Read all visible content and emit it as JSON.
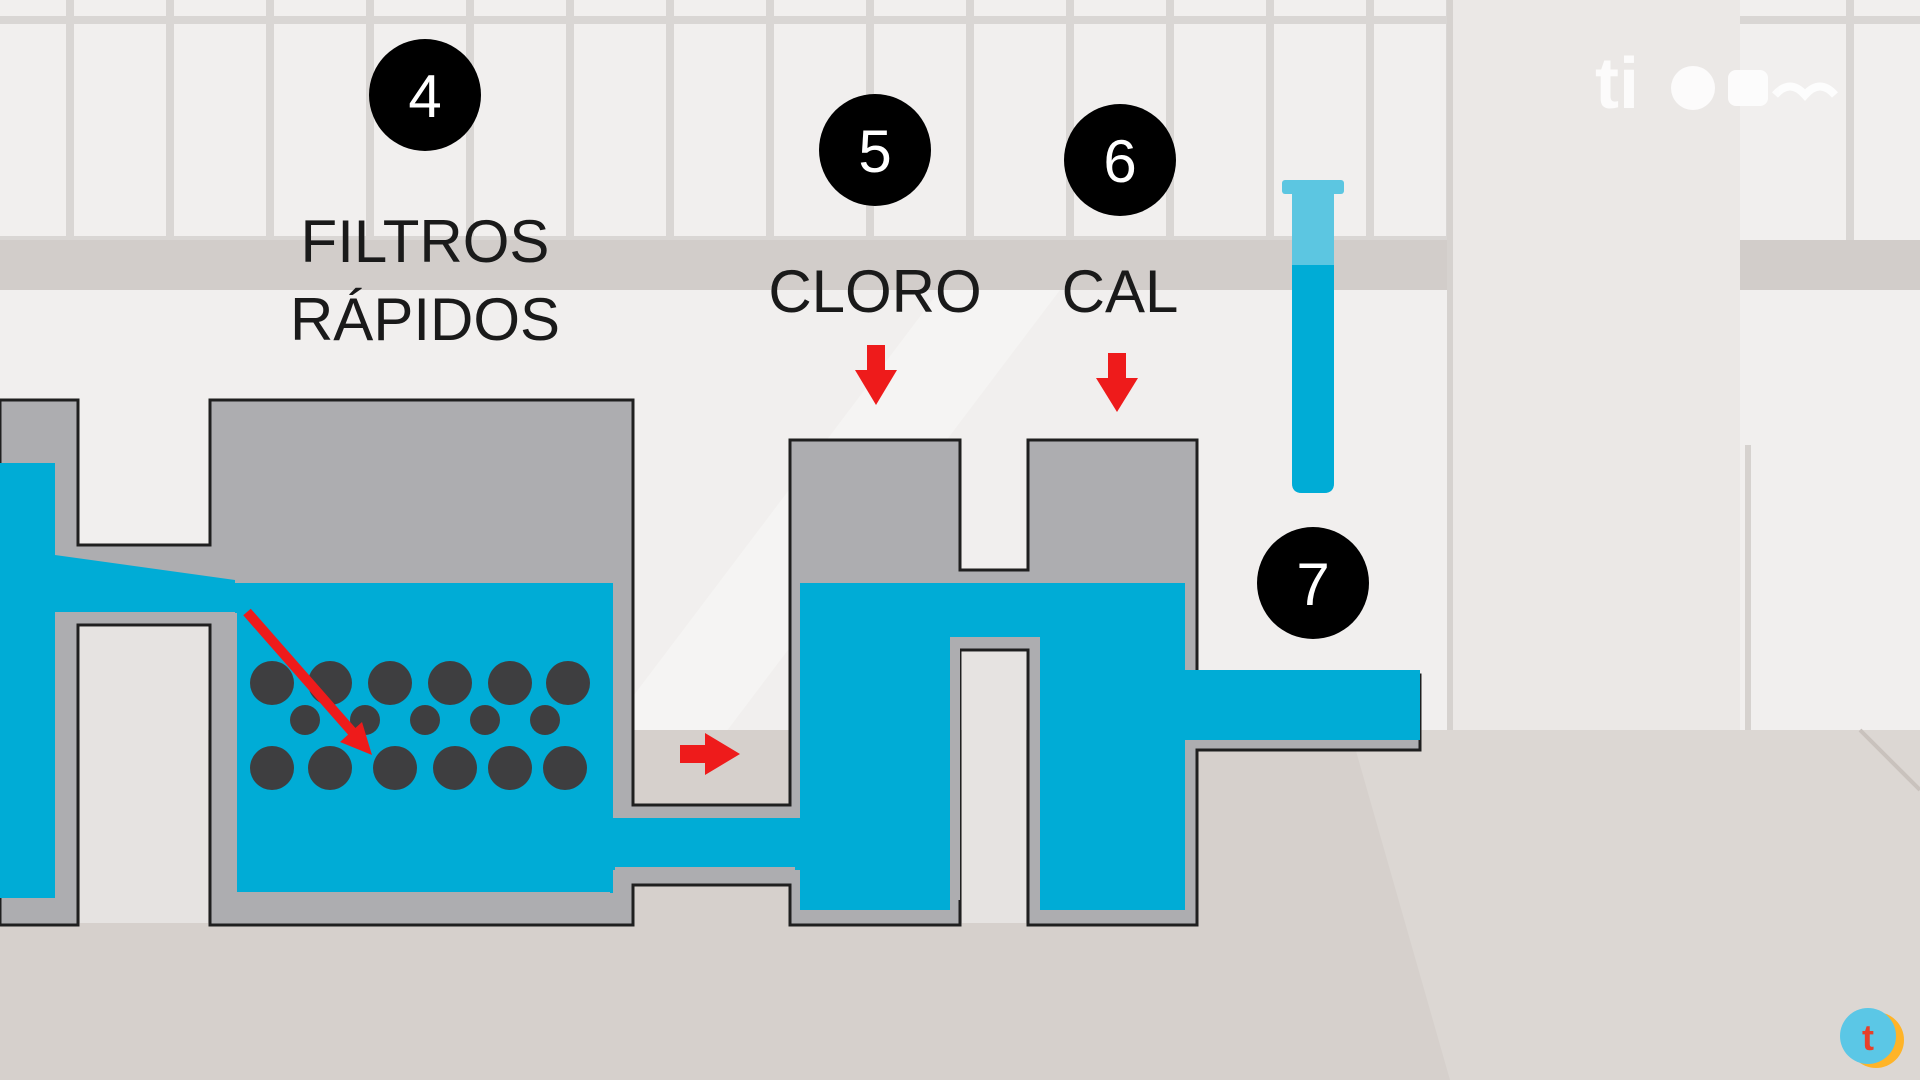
{
  "steps": [
    {
      "number": "4",
      "label_line1": "FILTROS",
      "label_line2": "RÁPIDOS"
    },
    {
      "number": "5",
      "label": "CLORO"
    },
    {
      "number": "6",
      "label": "CAL"
    },
    {
      "number": "7"
    }
  ],
  "brand": {
    "logo_text": "ti",
    "corner_badge_icon": "t-badge-icon"
  },
  "colors": {
    "water": "#00acd6",
    "water_light": "#5cc6e1",
    "tank_gray": "#adadb0",
    "outline": "#1f1f1f",
    "arrow_red": "#ee1b1b",
    "badge_black": "#000000"
  }
}
